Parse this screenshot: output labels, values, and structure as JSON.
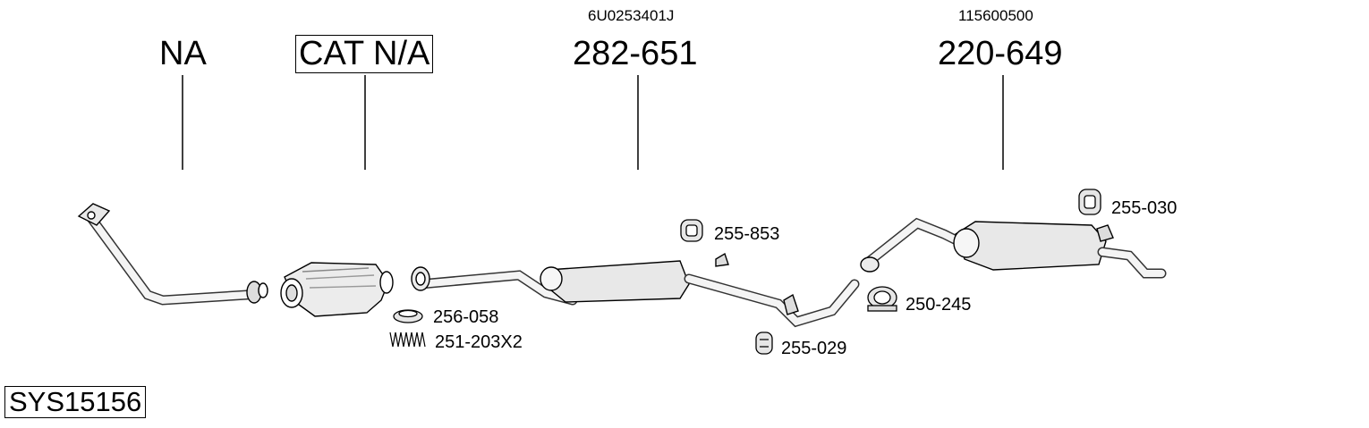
{
  "labels": {
    "na": "NA",
    "cat": "CAT N/A",
    "mid_oe": "6U0253401J",
    "mid_part": "282-651",
    "rear_oe": "115600500",
    "rear_part": "220-649",
    "system_code": "SYS15156"
  },
  "parts": {
    "p255_853": "255-853",
    "p255_030": "255-030",
    "p256_058": "256-058",
    "p251_203": "251-203X2",
    "p250_245": "250-245",
    "p255_029": "255-029"
  }
}
